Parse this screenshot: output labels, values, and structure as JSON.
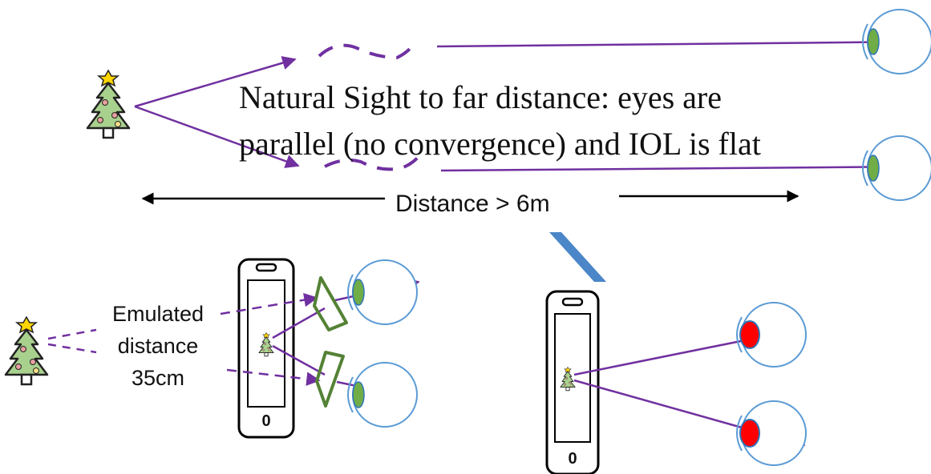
{
  "title_line1": "Natural Sight to far distance: eyes are",
  "title_line2": "parallel (no convergence) and IOL is flat",
  "distance_label": "Distance > 6m",
  "emulated_line1": "Emulated",
  "emulated_line2": "distance",
  "emulated_line3": "35cm",
  "phone_button_left": "0",
  "phone_button_right": "0",
  "colors": {
    "ray": "#7030A0",
    "eye_outline": "#5B9BD5",
    "iol_flat": "#70AD47",
    "iol_accommodated": "#FF0000",
    "prism": "#548235",
    "blue_arrow": "#4A86C8"
  },
  "icons": [
    "christmas-tree-icon",
    "eye-icon",
    "smartphone-icon",
    "prism-lens-icon"
  ]
}
